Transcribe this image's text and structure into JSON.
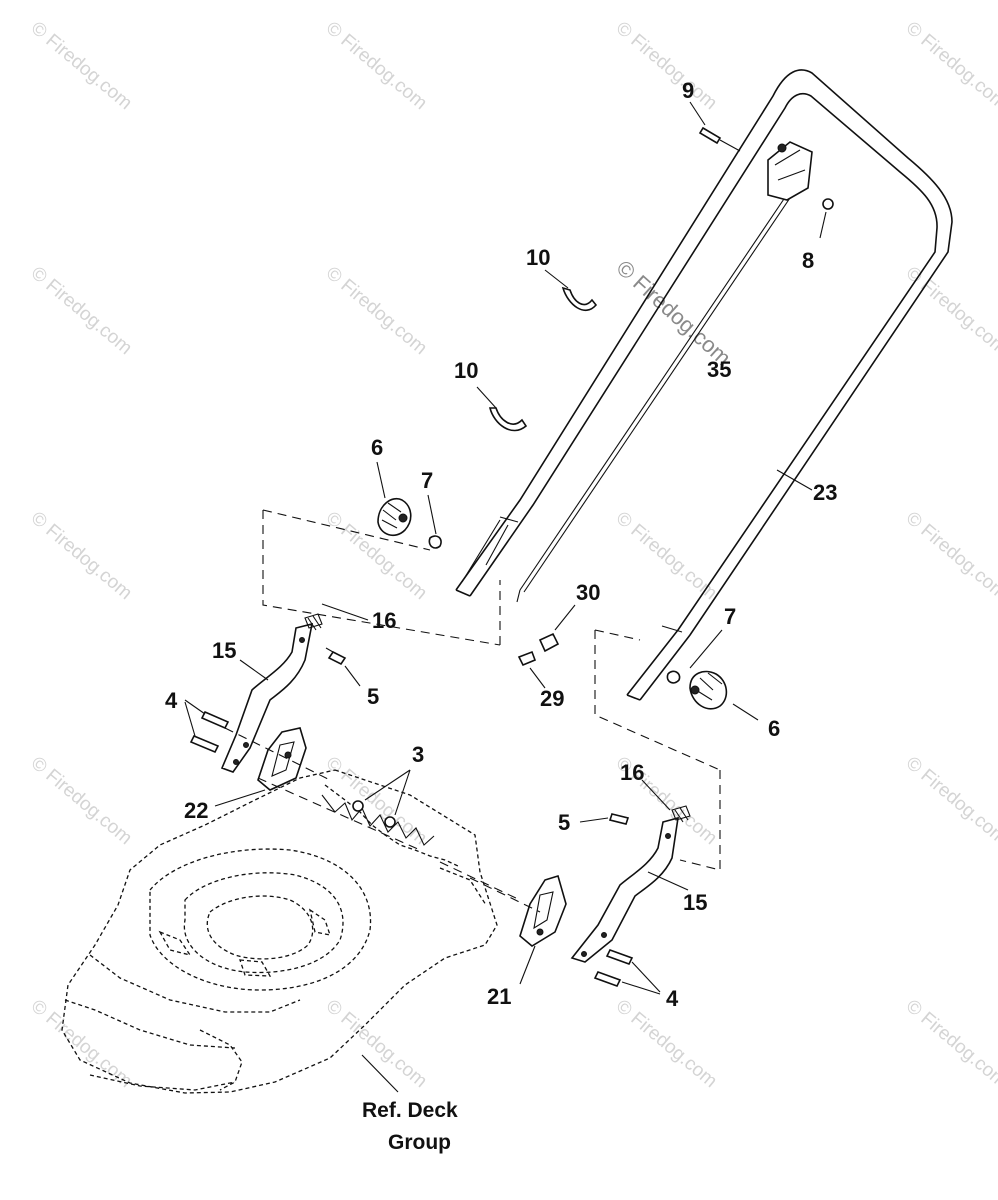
{
  "watermark": {
    "text": "© Firedog.com",
    "center_text": "© Firedog.com"
  },
  "part_labels": {
    "p9": "9",
    "p8": "8",
    "p10a": "10",
    "p10b": "10",
    "p35": "35",
    "p23": "23",
    "p6a": "6",
    "p7a": "7",
    "p16a": "16",
    "p15a": "15",
    "p5a": "5",
    "p4a": "4",
    "p30": "30",
    "p29": "29",
    "p7b": "7",
    "p6b": "6",
    "p3": "3",
    "p22": "22",
    "p16b": "16",
    "p5b": "5",
    "p15b": "15",
    "p21": "21",
    "p4b": "4"
  },
  "reference": {
    "line1": "Ref. Deck",
    "line2": "Group"
  }
}
